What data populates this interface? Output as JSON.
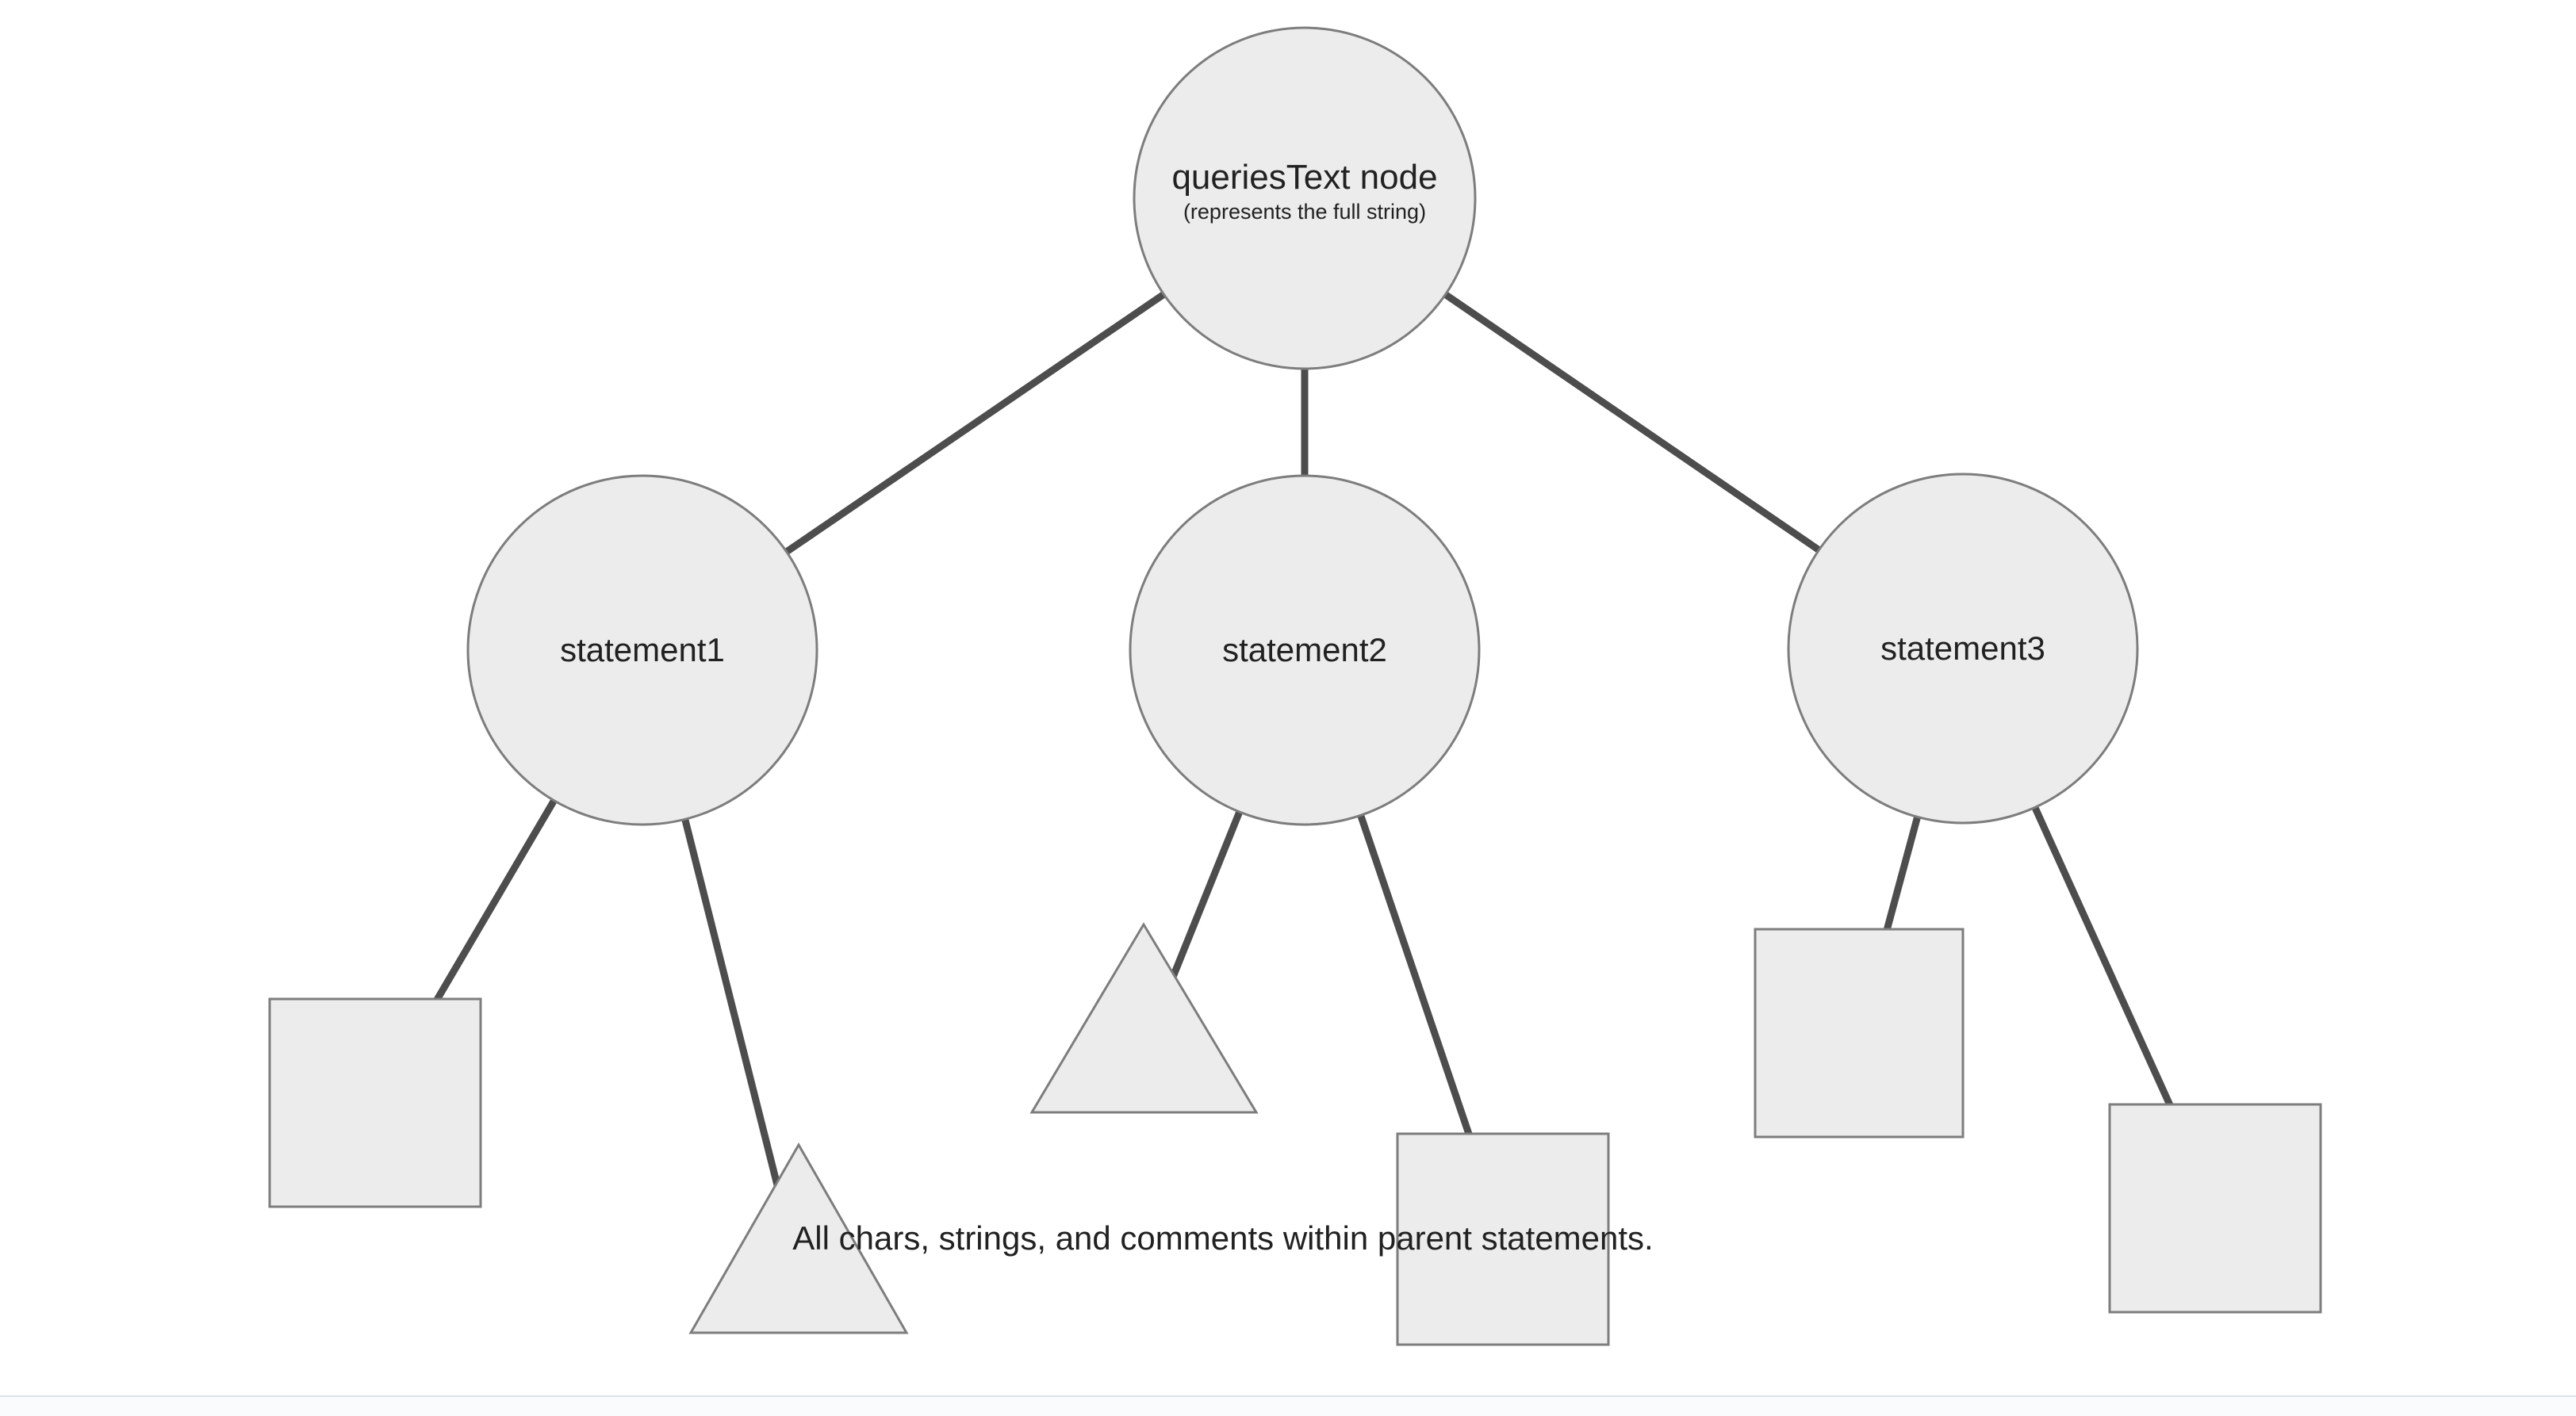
{
  "colors": {
    "background": "#ffffff",
    "node_fill": "#ececec",
    "node_stroke": "#7d7d7d",
    "edge": "#4d4d4d",
    "text": "#212121"
  },
  "diagram": {
    "root": {
      "label": "queriesText node",
      "sublabel": "(represents the full string)"
    },
    "statements": [
      {
        "label": "statement1"
      },
      {
        "label": "statement2"
      },
      {
        "label": "statement3"
      }
    ],
    "leaf_shapes": [
      "square under statement1",
      "triangle under statement1",
      "triangle under statement2",
      "square under statement2",
      "square under statement3",
      "square under statement3"
    ],
    "caption": "All chars, strings, and comments within parent statements."
  }
}
